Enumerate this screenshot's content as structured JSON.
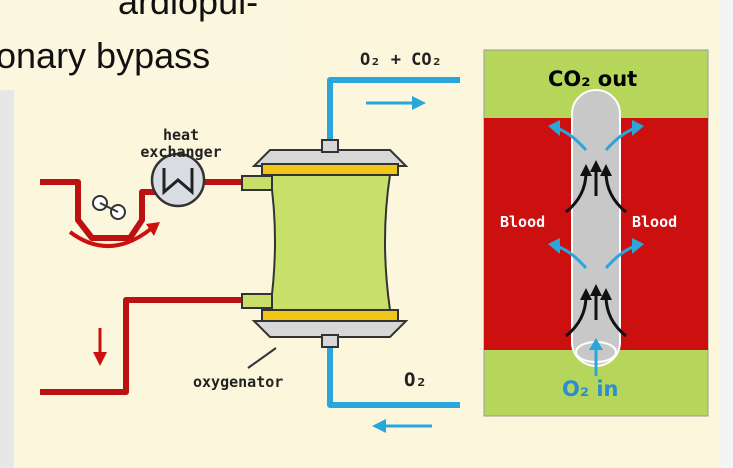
{
  "title": {
    "line1": "ardiopul-",
    "line2": "onary bypass"
  },
  "labels": {
    "heat_exchanger_line1": "heat",
    "heat_exchanger_line2": "exchanger",
    "oxygenator": "oxygenator",
    "gas_out": "O₂ + CO₂",
    "gas_in": "O₂",
    "co2_out": "CO₂ out",
    "o2_in": "O₂ in",
    "blood_left": "Blood",
    "blood_right": "Blood"
  },
  "colors": {
    "panel_bg": "#fbf6dc",
    "blood_red": "#cc1010",
    "tube_red": "#bb1111",
    "gas_blue": "#2aa6da",
    "green": "#b5d65a",
    "oxygenator_green": "#c8e06a",
    "yellow": "#f2c617",
    "gray": "#c8c8c8"
  }
}
